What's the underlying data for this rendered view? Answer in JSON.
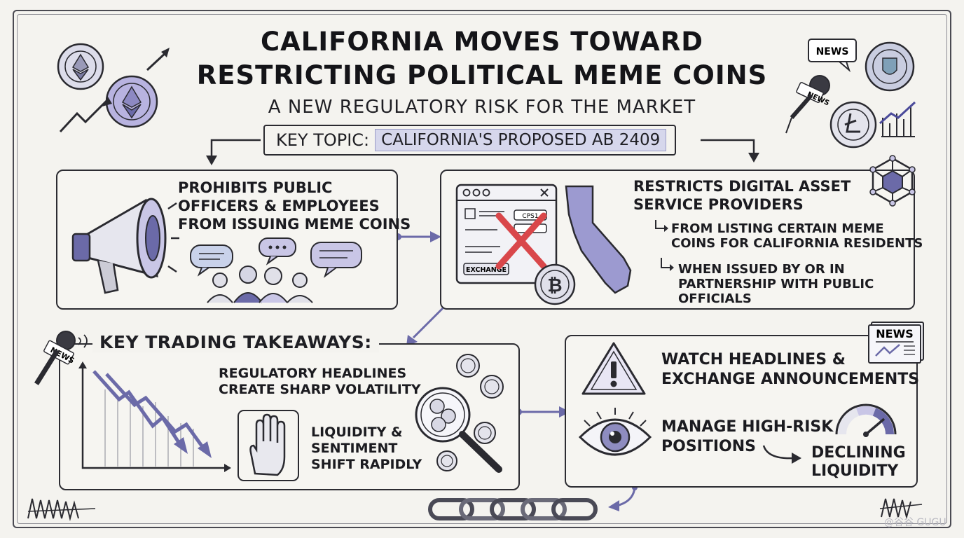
{
  "header": {
    "title_line1": "CALIFORNIA MOVES TOWARD",
    "title_line2": "RESTRICTING POLITICAL MEME COINS",
    "subtitle": "A NEW REGULATORY RISK FOR THE MARKET"
  },
  "key_topic": {
    "label": "KEY TOPIC:",
    "value": "CALIFORNIA'S PROPOSED AB 2409"
  },
  "panel_prohibits": {
    "line1": "PROHIBITS PUBLIC",
    "line2": "OFFICERS & EMPLOYEES",
    "line3": "FROM ISSUING MEME COINS"
  },
  "panel_restricts": {
    "heading_line1": "RESTRICTS DIGITAL ASSET",
    "heading_line2": "SERVICE PROVIDERS",
    "bullet1_line1": "FROM LISTING CERTAIN MEME",
    "bullet1_line2": "COINS FOR CALIFORNIA RESIDENTS",
    "bullet2_line1": "WHEN ISSUED BY OR IN",
    "bullet2_line2": "PARTNERSHIP WITH PUBLIC",
    "bullet2_line3": "OFFICIALS",
    "exchange_label": "EXCHANGE",
    "ticker_label": "CPS1"
  },
  "panel_takeaways": {
    "heading": "KEY TRADING TAKEAWAYS:",
    "point1_line1": "REGULATORY HEADLINES",
    "point1_line2": "CREATE SHARP VOLATILITY",
    "point2_line1": "LIQUIDITY &",
    "point2_line2": "SENTIMENT",
    "point2_line3": "SHIFT RAPIDLY"
  },
  "panel_watch": {
    "point1_line1": "WATCH HEADLINES &",
    "point1_line2": "EXCHANGE ANNOUNCEMENTS",
    "point2_line1": "MANAGE HIGH-RISK",
    "point2_line2": "POSITIONS",
    "point3_line1": "DECLINING",
    "point3_line2": "LIQUIDITY"
  },
  "decor": {
    "news_label": "NEWS",
    "watermark": "@谷谷 GUGU"
  },
  "colors": {
    "accent_purple": "#6b6aa8",
    "light_purple": "#c9c6e6",
    "red_x": "#d9474a",
    "ink": "#1f1f24"
  }
}
